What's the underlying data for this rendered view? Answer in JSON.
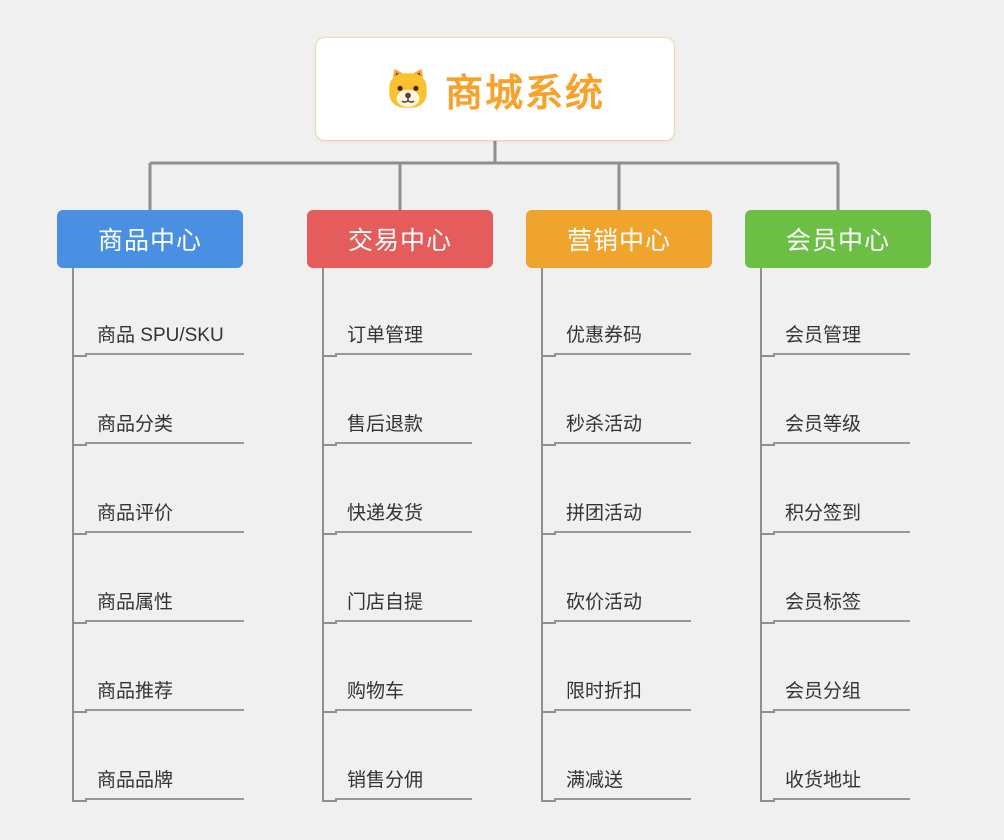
{
  "root": {
    "title": "商城系统",
    "title_color": "#f8a22b",
    "icon": "dog-face-icon"
  },
  "connector_color": "#8f8f8f",
  "branches": [
    {
      "name": "product-center",
      "label": "商品中心",
      "color": "#4a90e2",
      "items": [
        "商品 SPU/SKU",
        "商品分类",
        "商品评价",
        "商品属性",
        "商品推荐",
        "商品品牌"
      ]
    },
    {
      "name": "trade-center",
      "label": "交易中心",
      "color": "#e45c5c",
      "items": [
        "订单管理",
        "售后退款",
        "快递发货",
        "门店自提",
        "购物车",
        "销售分佣"
      ]
    },
    {
      "name": "marketing-center",
      "label": "营销中心",
      "color": "#efa42e",
      "items": [
        "优惠券码",
        "秒杀活动",
        "拼团活动",
        "砍价活动",
        "限时折扣",
        "满减送"
      ]
    },
    {
      "name": "member-center",
      "label": "会员中心",
      "color": "#6cbe45",
      "items": [
        "会员管理",
        "会员等级",
        "积分签到",
        "会员标签",
        "会员分组",
        "收货地址"
      ]
    }
  ]
}
